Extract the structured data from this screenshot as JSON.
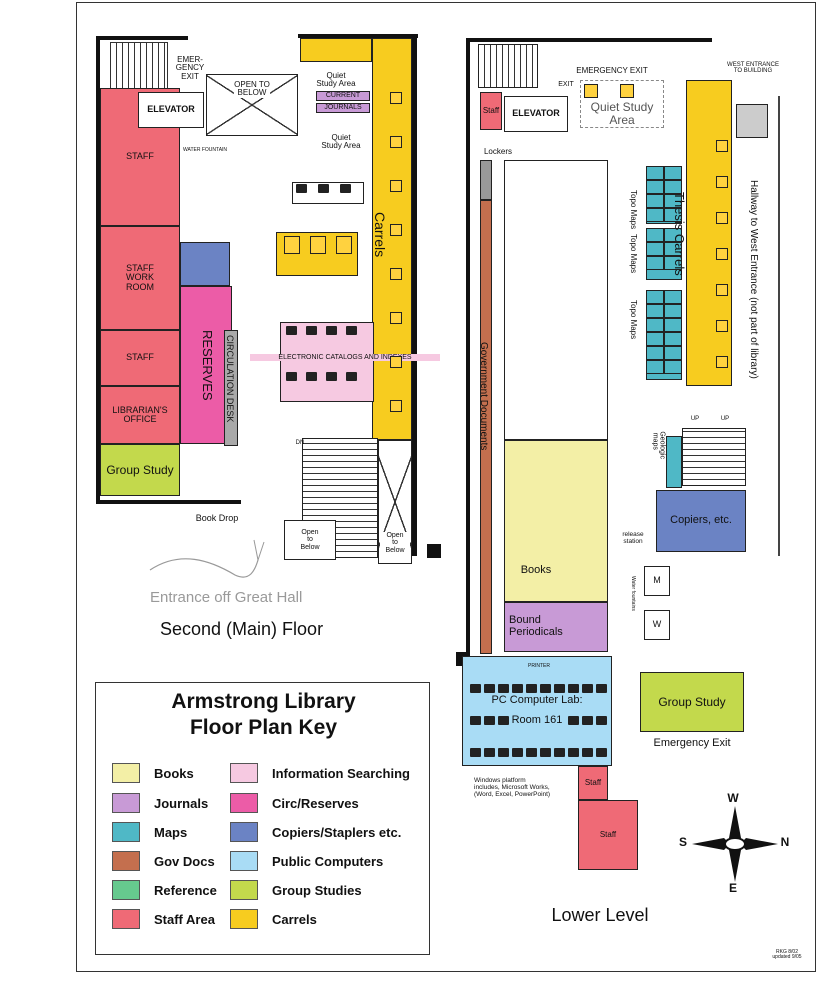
{
  "colors": {
    "books": "#f3efa6",
    "journals": "#c89ad6",
    "maps": "#4fb8c6",
    "gov_docs": "#c46f4e",
    "reference": "#66c98e",
    "staff_area": "#ef6a76",
    "information_searching": "#f6c9e1",
    "circ_reserves": "#ec5ca7",
    "copiers": "#6b83c4",
    "public_computers": "#a9dcf5",
    "group_studies": "#c3d94c",
    "carrels": "#f7cc1f"
  },
  "second_floor": {
    "title": "Second (Main) Floor",
    "entrance": "Entrance off Great Hall",
    "emergency_exit": "EMER-\nGENCY\nEXIT",
    "elevator": "ELEVATOR",
    "open_to_below": "OPEN TO\nBELOW",
    "quiet_study_area": "Quiet\nStudy Area",
    "current": "CURRENT",
    "journals": "JOURNALS",
    "quiet_study_area_2": "Quiet\nStudy Area",
    "staff_top": "STAFF",
    "water_fountain": "WATER FOUNTAIN",
    "staff_work_room": "STAFF\nWORK\nROOM",
    "staff_mid": "STAFF",
    "librarians_office": "LIBRARIAN'S\nOFFICE",
    "group_study": "Group Study",
    "reserves": "RESERVES",
    "circulation_desk": "CIRCULATION DESK",
    "carrels": "Carrels",
    "electronic_catalogs": "ELECTRONIC CATALOGS AND INDEXES",
    "book_drop": "Book Drop",
    "open_to_below_a": "Open\nto\nBelow",
    "open_to_below_b": "Open\nto\nBelow",
    "dn": "DN"
  },
  "lower_level": {
    "title": "Lower Level",
    "emergency_exit": "EMERGENCY EXIT",
    "exit": "EXIT",
    "west_entrance": "WEST ENTRANCE\nTO BUILDING",
    "staff": "Staff",
    "elevator": "ELEVATOR",
    "quiet_study_area": "Quiet Study\nArea",
    "lockers": "Lockers",
    "topo_maps_1": "Topo Maps",
    "topo_maps_2": "Topo Maps",
    "topo_maps_3": "Topo Maps",
    "thesis_carrels": "Thesis Carrels",
    "hallway": "Hallway to West Entrance (not part of library)",
    "government_documents": "Government Documents",
    "up1": "UP",
    "up2": "UP",
    "geologic_maps": "Geologic\nmaps",
    "copiers_etc": "Copiers, etc.",
    "release_station": "release\nstation",
    "books": "Books",
    "bound_periodicals": "Bound\nPeriodicals",
    "m": "M",
    "w": "W",
    "water_fountains": "Water fountains",
    "pc_lab": "PC Computer Lab:",
    "room_161": "Room 161",
    "printer": "PRINTER",
    "windows_note": "Windows platform\nincludes, Microsoft Works,\n(Word, Excel, PowerPoint)",
    "group_study": "Group Study",
    "emergency_exit_2": "Emergency Exit",
    "staff_a": "Staff",
    "staff_b": "Staff"
  },
  "compass": {
    "w": "W",
    "e": "E",
    "s": "S",
    "n": "N"
  },
  "legend": {
    "title_line1": "Armstrong Library",
    "title_line2": "Floor Plan Key",
    "left": [
      "Books",
      "Journals",
      "Maps",
      "Gov Docs",
      "Reference",
      "Staff Area"
    ],
    "right": [
      "Information Searching",
      "Circ/Reserves",
      "Copiers/Staplers etc.",
      "Public Computers",
      "Group Studies",
      "Carrels"
    ]
  },
  "credit": "RKG 8/02\nupdated 9/05"
}
